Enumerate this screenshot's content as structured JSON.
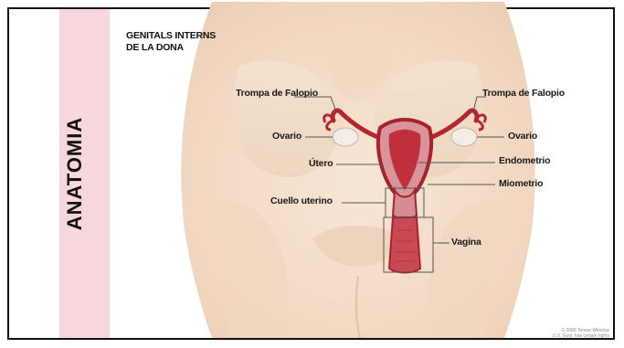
{
  "side_label": "ANATOMIA",
  "title_line1": "GENITALS INTERNS",
  "title_line2": "DE LA DONA",
  "labels": {
    "fallopian_left": "Trompa de Falopio",
    "fallopian_right": "Trompa de Falopio",
    "ovary_left": "Ovario",
    "ovary_right": "Ovario",
    "uterus": "Útero",
    "endometrium": "Endometrio",
    "myometrium": "Miometrio",
    "cervix": "Cuello uterino",
    "vagina": "Vagina"
  },
  "credit_line1": "© 2009 Terese Winslow",
  "credit_line2": "U.S. Govt. has certain rights",
  "colors": {
    "band": "#f7d6dd",
    "skin": "#f3dcc7",
    "organ": "#c0303a"
  }
}
